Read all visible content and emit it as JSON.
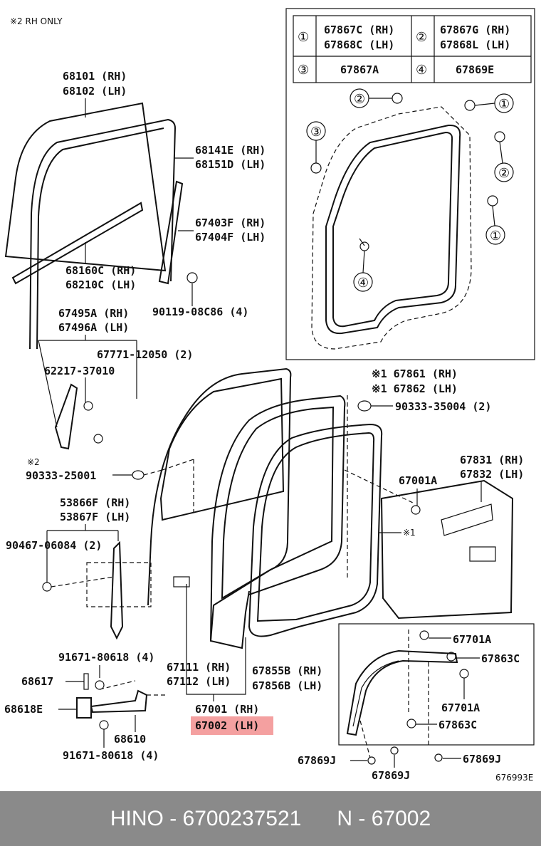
{
  "note_rh_only": "※2 RH ONLY",
  "legend": [
    {
      "num": "①",
      "parts": [
        "67867C (RH)",
        "67868C (LH)"
      ]
    },
    {
      "num": "②",
      "parts": [
        "67867G (RH)",
        "67868L (LH)"
      ]
    },
    {
      "num": "③",
      "parts": [
        "67867A"
      ]
    },
    {
      "num": "④",
      "parts": [
        "67869E"
      ]
    }
  ],
  "callouts": {
    "c1": "①",
    "c2": "②",
    "c3": "③",
    "c4": "④"
  },
  "labels": {
    "glass": [
      "68101 (RH)",
      "68102 (LH)"
    ],
    "run": [
      "68141E (RH)",
      "68151D (LH)"
    ],
    "channel": [
      "67403F (RH)",
      "67404F (LH)"
    ],
    "bolt1": "90119-08C86 (4)",
    "weather": [
      "68160C (RH)",
      "68210C (LH)"
    ],
    "regulator": [
      "67495A (RH)",
      "67496A (LH)"
    ],
    "screw1": "67771-12050 (2)",
    "screw2": "62217-37010",
    "seal_note1": "※1 67861 (RH)",
    "seal_note2": "※1 67862 (LH)",
    "plug1": "90333-35004 (2)",
    "plug2_note": "※2",
    "plug2": "90333-25001",
    "trim": [
      "67831 (RH)",
      "67832 (LH)"
    ],
    "clip1": "67001A",
    "star1": "※1",
    "check": [
      "53866F (RH)",
      "53867F (LH)"
    ],
    "bolt2": "90467-06084 (2)",
    "bolt3": "91671-80618 (4)",
    "pin": "68617",
    "hinge1": "68618E",
    "hinge2": "68610",
    "bolt4": "91671-80618 (4)",
    "panel": [
      "67111 (RH)",
      "67112 (LH)"
    ],
    "door": [
      "67855B (RH)",
      "67856B (LH)"
    ],
    "assy_rh": "67001 (RH)",
    "assy_lh": "67002 (LH)",
    "clip_a1": "67701A",
    "clip_c1": "67863C",
    "clip_a2": "67701A",
    "clip_c2": "67863C",
    "clip_j1": "67869J",
    "clip_j2": "67869J",
    "clip_j3": "67869J",
    "figure_code": "676993E"
  },
  "footer": {
    "brand_part": "HINO - 6700237521",
    "number": "N - 67002"
  },
  "colors": {
    "highlight": "#f4a0a0",
    "footer_bg": "#8a8a8a"
  }
}
